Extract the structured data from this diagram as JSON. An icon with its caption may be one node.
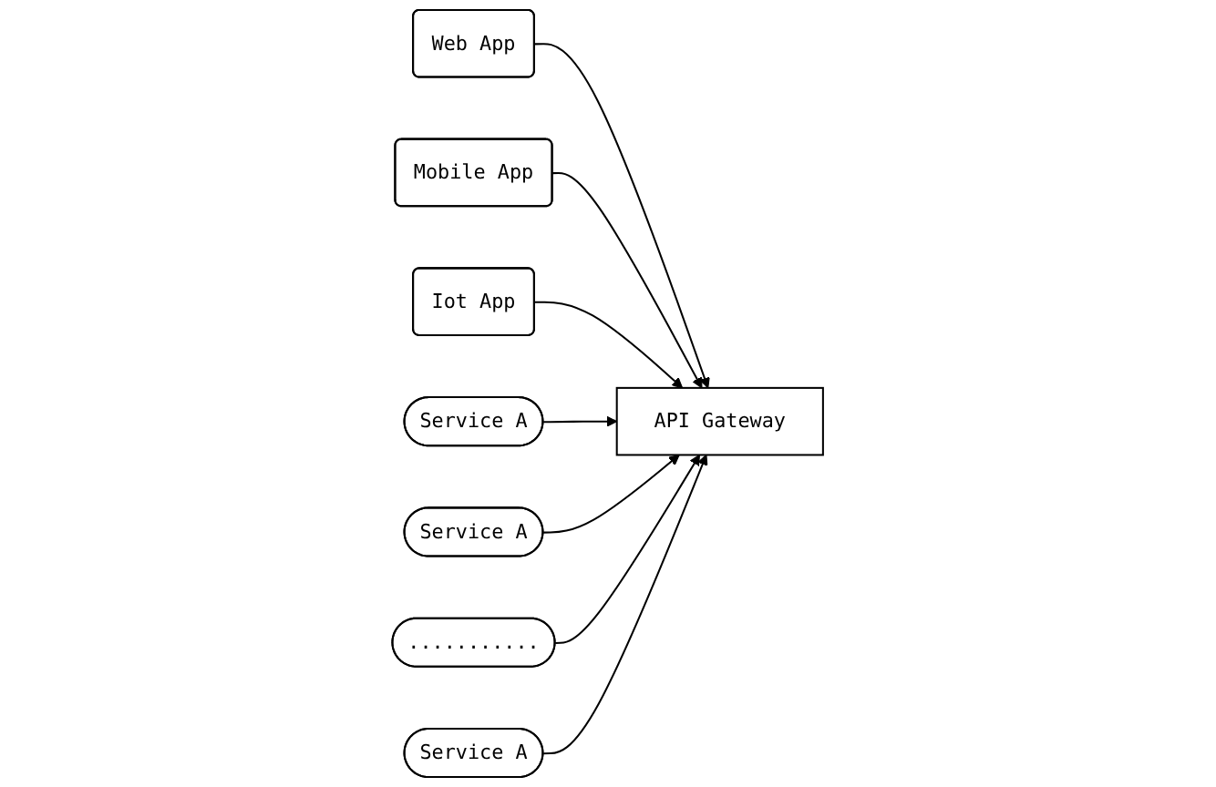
{
  "diagram": {
    "nodes": [
      {
        "text": [
          "Web App"
        ]
      },
      {
        "text": [
          "Mobile App"
        ]
      },
      {
        "text": [
          "Iot App"
        ]
      },
      {
        "text": [
          "API Gateway"
        ]
      },
      {
        "text": [
          "Service A"
        ]
      },
      {
        "text": [
          "Service A"
        ]
      },
      {
        "text": [
          "..........."
        ]
      },
      {
        "text": [
          "Service A"
        ]
      }
    ],
    "edges": [
      {
        "from": 0,
        "to": 3,
        "arrow": "to"
      },
      {
        "from": 1,
        "to": 3,
        "arrow": "to"
      },
      {
        "from": 2,
        "to": 3,
        "arrow": "to"
      },
      {
        "from": 4,
        "to": 3,
        "arrow": "to"
      },
      {
        "from": 5,
        "to": 3,
        "arrow": "to"
      },
      {
        "from": 6,
        "to": 3,
        "arrow": "to"
      },
      {
        "from": 7,
        "to": 3,
        "arrow": "to"
      }
    ]
  }
}
